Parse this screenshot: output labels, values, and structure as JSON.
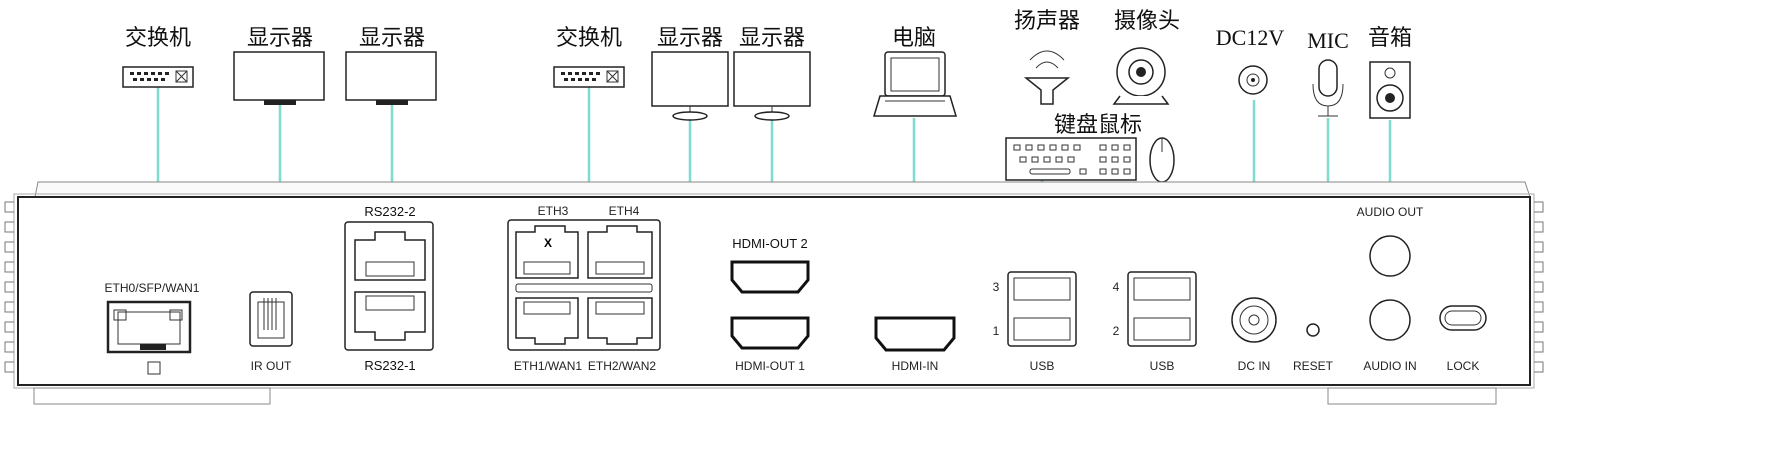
{
  "devices": {
    "switch_1": "交换机",
    "monitor_1": "显示器",
    "monitor_2": "显示器",
    "switch_2": "交换机",
    "monitor_3": "显示器",
    "monitor_4": "显示器",
    "computer": "电脑",
    "speaker": "扬声器",
    "camera": "摄像头",
    "keyboard_mouse": "键盘鼠标",
    "power": "DC12V",
    "mic": "MIC",
    "sound_box": "音箱"
  },
  "ports": {
    "eth0": "ETH0/SFP/WAN1",
    "ir_out": "IR  OUT",
    "rs232_2": "RS232-2",
    "rs232_1": "RS232-1",
    "eth3": "ETH3",
    "eth4": "ETH4",
    "eth1": "ETH1/WAN1",
    "eth2": "ETH2/WAN2",
    "hdmi_out_2": "HDMI-OUT 2",
    "hdmi_out_1": "HDMI-OUT 1",
    "hdmi_in": "HDMI-IN",
    "usb_a": "USB",
    "usb_b": "USB",
    "usb_3": "3",
    "usb_1": "1",
    "usb_4": "4",
    "usb_2": "2",
    "dc_in": "DC IN",
    "reset": "RESET",
    "audio_out": "AUDIO OUT",
    "audio_in": "AUDIO IN",
    "lock": "LOCK"
  },
  "colors": {
    "connection_line": "#7fdccf",
    "outline": "#222222"
  }
}
